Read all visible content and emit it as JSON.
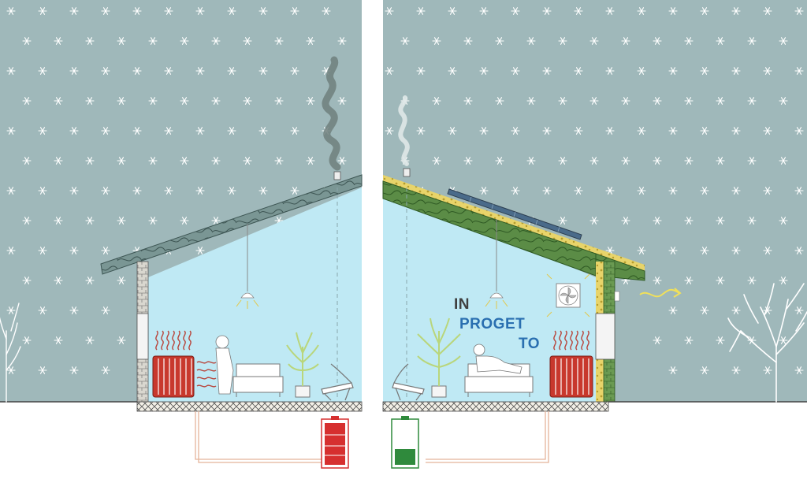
{
  "logo": {
    "line1": "IN",
    "line2": "PROGET",
    "line3": "TO",
    "color_dark": "#3f3f3f",
    "color_blue": "#2a6fb0"
  },
  "colors": {
    "sky": "#9fb8ba",
    "interior": "#bfe9f4",
    "roof": "#6b8886",
    "insulation_green": "#4d7a3c",
    "insulation_yellow": "#e5cf63",
    "radiator": "#c8382d",
    "battery_low": "#d62f2f",
    "battery_full": "#2f8a3c",
    "ground_line": "#444444",
    "pipe": "#e4b49a"
  },
  "icons": {
    "snowflake": "snowflake-icon",
    "smoke": "smoke-icon",
    "radiator": "radiator-icon",
    "heat_waves": "heat-waves-icon",
    "lamp": "ceiling-lamp-icon",
    "plant": "plant-icon",
    "sofa": "sofa-icon",
    "chair": "lounge-chair-icon",
    "person": "person-icon",
    "solar_panel": "solar-panel-icon",
    "fan": "ventilation-fan-icon",
    "battery": "battery-icon",
    "tree": "tree-icon",
    "airflow": "airflow-arrow-icon"
  },
  "batteries": {
    "left_charge": 0.85,
    "right_charge": 0.3
  }
}
